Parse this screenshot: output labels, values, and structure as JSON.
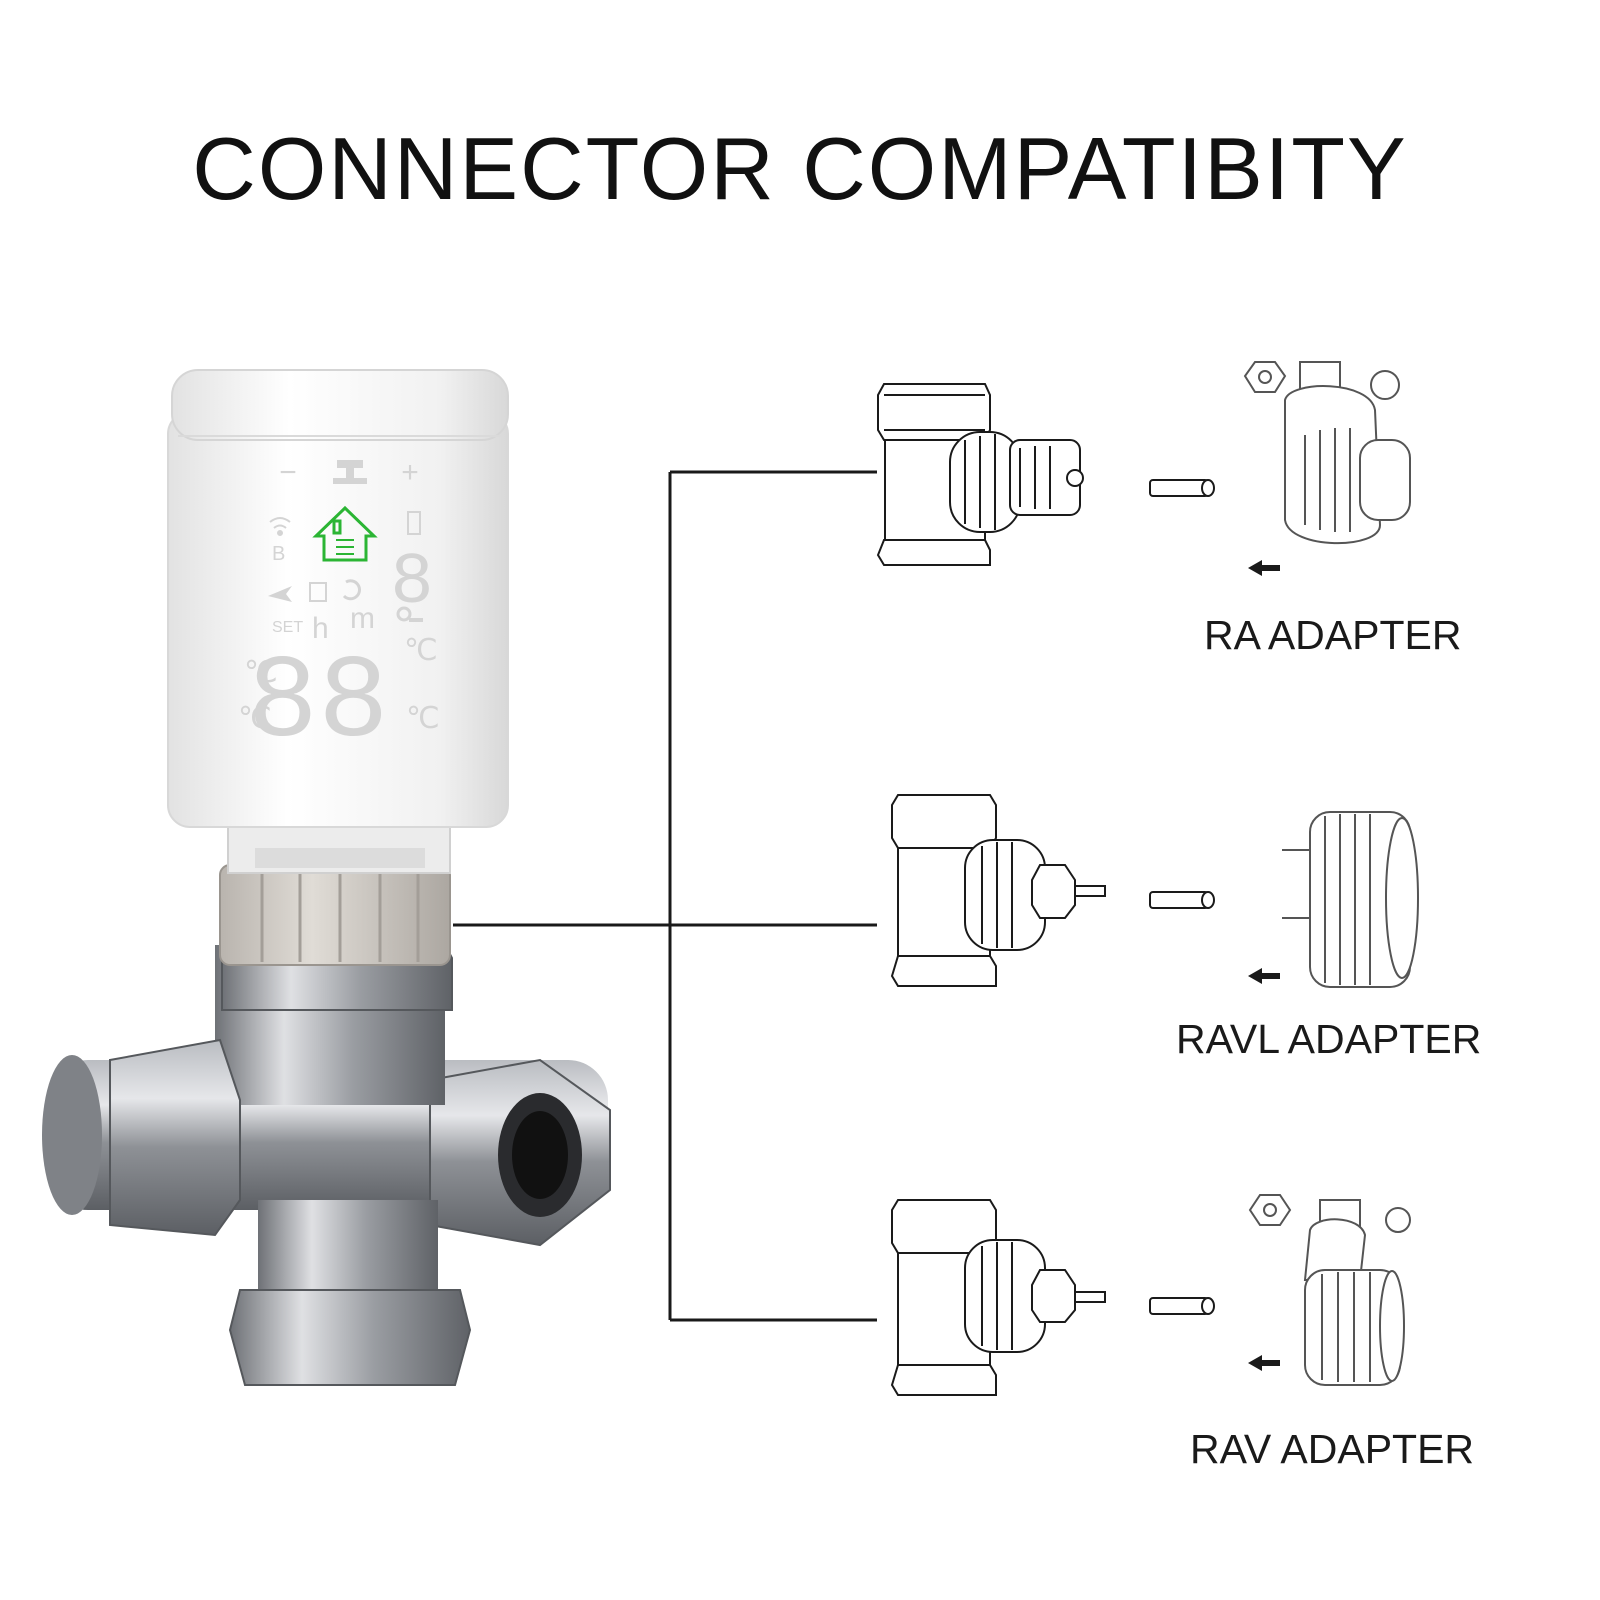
{
  "title": "CONNECTOR COMPATIBITY",
  "device": {
    "display_digits_small": "8",
    "display_digits_large": "88",
    "display_set_label": "SET",
    "display_b_label": "B",
    "display_minus": "−",
    "display_plus": "+",
    "display_h_label": "h",
    "display_m_label": "m",
    "home_icon_color": "#2bb534"
  },
  "adapters": [
    {
      "label": "RA ADAPTER"
    },
    {
      "label": "RAVL ADAPTER"
    },
    {
      "label": "RAV ADAPTER"
    }
  ],
  "colors": {
    "line": "#1a1a1a",
    "body_white": "#f4f4f4",
    "nut_grey": "#cfcac4",
    "metal": "#8d9096"
  }
}
